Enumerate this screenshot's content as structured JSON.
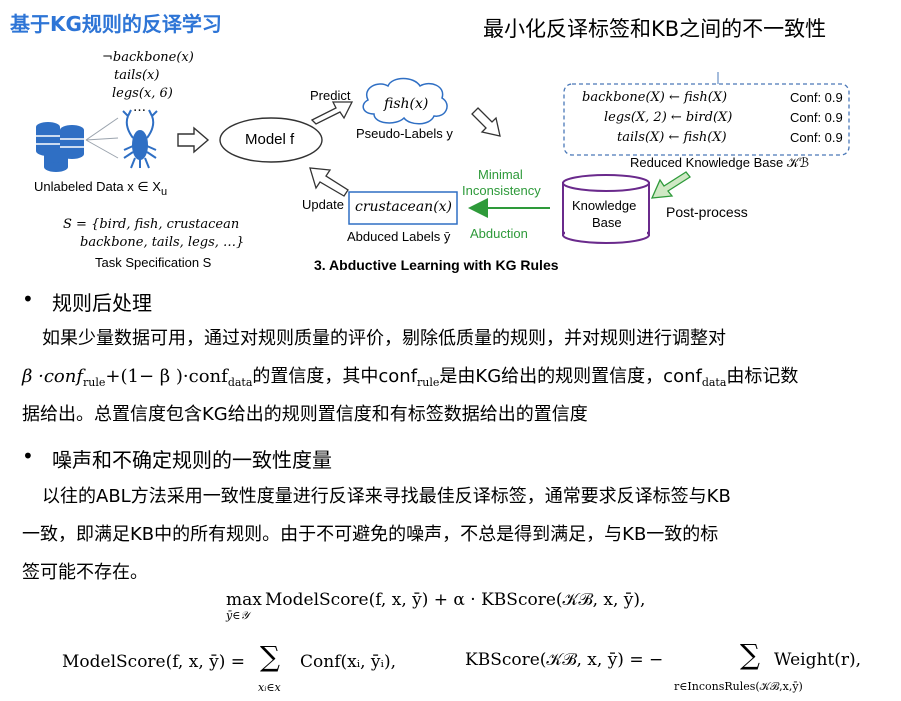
{
  "title": "基于KG规则的反译学习",
  "header_right": "最小化反译标签和KB之间的不一致性",
  "diagram": {
    "labels_top": [
      "¬backbone(x)",
      "tails(x)",
      "legs(x, 6)",
      "…"
    ],
    "unlabeled": "Unlabeled Data x ∈ X",
    "unlabeled_sub": "u",
    "task_set_line1": "S = {bird, fish, crustacean",
    "task_set_line2": "backbone, tails, legs, …}",
    "task_spec": "Task Specification S",
    "model": "Model f",
    "predict": "Predict",
    "fish_label": "fish(x)",
    "pseudo": "Pseudo-Labels y",
    "update": "Update",
    "crustacean_label": "crustacean(x)",
    "abduced": "Abduced Labels ȳ",
    "minimal": "Minimal",
    "inconsistency": "Inconsistency",
    "abduction": "Abduction",
    "kb_line1": "Knowledge",
    "kb_line2": "Base",
    "post_process": "Post-process",
    "reduced_kb": "Reduced Knowledge Base 𝒦ℬ",
    "caption": "3. Abductive Learning with KG Rules",
    "rules": [
      {
        "rule": "backbone(X) ← fish(X)",
        "conf": "Conf: 0.9"
      },
      {
        "rule": "legs(X, 2) ← bird(X)",
        "conf": "Conf: 0.9"
      },
      {
        "rule": "tails(X) ← fish(X)",
        "conf": "Conf: 0.9"
      }
    ],
    "colors": {
      "green": "#2e9a3a",
      "purple": "#6a2a8c",
      "blue_dashed": "#4a78b8",
      "db_blue": "#2f6fc4"
    }
  },
  "section1": {
    "bullet": "•",
    "heading": "规则后处理",
    "p1": "如果少量数据可用，通过对规则质量的评价，剔除低质量的规则，并对规则进行调整对",
    "f_beta": "β ·conf",
    "f_sub_rule": "rule",
    "f_mid": "+(1− β )·conf",
    "f_sub_data": "data",
    "p2a": "的置信度，其中conf",
    "p2b": "是由KG给出的规则置信度，conf",
    "p2c": "由标记数",
    "p3": "据给出。总置信度包含KG给出的规则置信度和有标签数据给出的置信度"
  },
  "section2": {
    "bullet": "•",
    "heading": "噪声和不确定规则的一致性度量",
    "p1": "以往的ABL方法采用一致性度量进行反译来寻找最佳反译标签，通常要求反译标签与KB",
    "p2": "一致，即满足KB中的所有规则。由于不可避免的噪声，不总是得到满足，与KB一致的标",
    "p3": "签可能不存在。"
  },
  "formulas": {
    "max": "max",
    "max_sub": "ȳ∈𝒴",
    "objective": "ModelScore(f, x, ȳ) + α · KBScore(𝒦ℬ, x, ȳ),",
    "ms_lhs": "ModelScore(f, x, ȳ) =",
    "ms_sum_sub": "xᵢ∈x",
    "ms_rhs": "Conf(xᵢ, ȳᵢ),",
    "kb_lhs": "KBScore(𝒦ℬ, x, ȳ) = −",
    "kb_sum_sub": "r∈InconsRules(𝒦ℬ,x,ȳ)",
    "kb_rhs": "Weight(r),",
    "sum": "∑"
  }
}
